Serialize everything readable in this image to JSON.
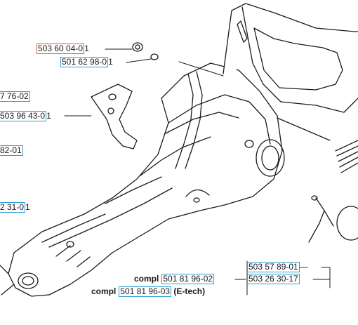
{
  "colors": {
    "callout_box": "#2f9fd0",
    "highlight_box": "#e0582c",
    "line": "#1a1a1a",
    "background": "#ffffff"
  },
  "labels": {
    "l1": {
      "num": "503 60 04-0",
      "suffix": "1"
    },
    "l2": {
      "num": "501 62 98-0",
      "suffix": "1"
    },
    "l3": {
      "num": "7 76-02"
    },
    "l4": {
      "num": "503 96 43-0",
      "suffix": "1"
    },
    "l5": {
      "num": "82-01"
    },
    "l6": {
      "num": "2 31-0",
      "suffix": "1"
    },
    "l7": {
      "num": "503 57 89-01",
      "suffix": "—"
    },
    "l8": {
      "num": "503 26 30-17"
    },
    "l9": {
      "prefix": "compl",
      "num": "501 81 96-02"
    },
    "l10": {
      "prefix": "compl",
      "num": "501 81 96-03",
      "note": "(E-tech)"
    }
  }
}
